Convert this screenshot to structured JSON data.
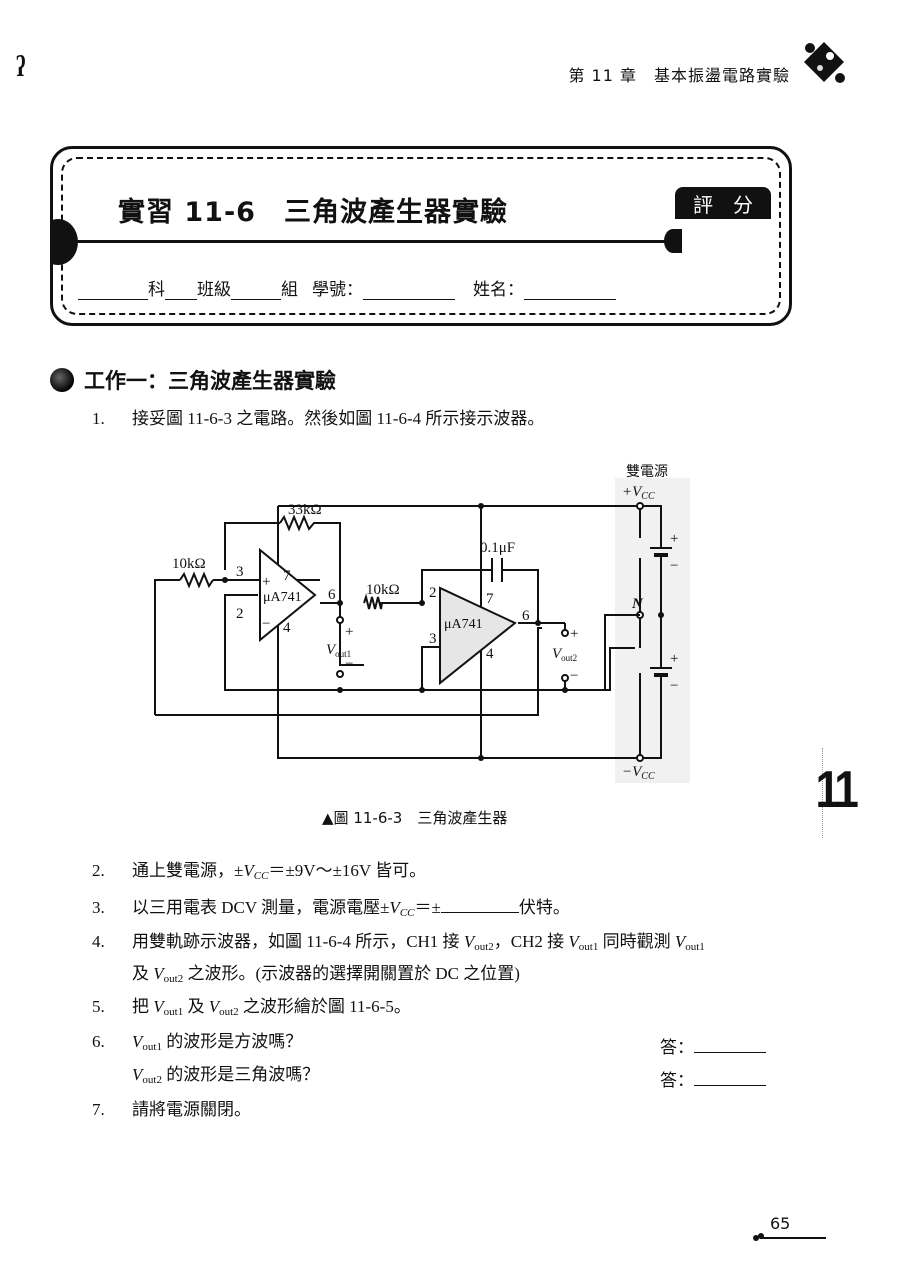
{
  "header": {
    "margin_mark": "ʔ",
    "running_title": "第 11 章　基本振盪電路實驗",
    "ornament_icon": "puzzle-piece-icon"
  },
  "title_box": {
    "title": "實習 11-6　三角波產生器實驗",
    "score_label_1": "評",
    "score_label_2": "分",
    "form": {
      "dept": "科",
      "class": "班級",
      "group": "組",
      "student_id": "學號：",
      "name": "姓名："
    }
  },
  "section": {
    "icon": "globe-icon",
    "heading": "工作一：三角波產生器實驗"
  },
  "steps": [
    {
      "num": "1.",
      "text": "接妥圖 11-6-3 之電路。然後如圖 11-6-4 所示接示波器。"
    },
    {
      "num": "2.",
      "a": "通上雙電源，±",
      "vcc": "V",
      "vcc_sub": "CC",
      "b": "＝±9V～±16V 皆可。"
    },
    {
      "num": "3.",
      "a": "以三用電表 DCV 測量，電源電壓±",
      "vcc": "V",
      "vcc_sub": "CC",
      "b": "＝±",
      "c": "伏特。"
    },
    {
      "num": "4.",
      "a": "用雙軌跡示波器，如圖 11-6-4 所示，CH1 接 ",
      "v1": "V",
      "v1_sub": "out2",
      "b": "，CH2 接 ",
      "v2": "V",
      "v2_sub": "out1",
      "c": " 同時觀測 ",
      "v3": "V",
      "v3_sub": "out1",
      "line2_a": "及 ",
      "v4": "V",
      "v4_sub": "out2",
      "line2_b": " 之波形。(示波器的選擇開關置於 DC 之位置)"
    },
    {
      "num": "5.",
      "a": "把 ",
      "v1": "V",
      "v1_sub": "out1",
      "b": " 及 ",
      "v2": "V",
      "v2_sub": "out2",
      "c": " 之波形繪於圖 11-6-5。"
    },
    {
      "num": "6.",
      "v1": "V",
      "v1_sub": "out1",
      "a": " 的波形是方波嗎？",
      "v2": "V",
      "v2_sub": "out2",
      "b": " 的波形是三角波嗎？",
      "answer_label": "答：",
      "answer_label_2": "答："
    },
    {
      "num": "7.",
      "text": "請將電源關閉。"
    }
  ],
  "figure": {
    "caption_marker": "▲",
    "caption": "圖 11-6-3　三角波產生器",
    "labels": {
      "r1": "10kΩ",
      "r2": "33kΩ",
      "r3": "10kΩ",
      "c1": "0.1μF",
      "opamp1": "μA741",
      "opamp2": "μA741",
      "pin3a": "3",
      "pin2a": "2",
      "pin7a": "7",
      "pin4a": "4",
      "pin6a": "6",
      "pin2b": "2",
      "pin3b": "3",
      "pin7b": "7",
      "pin4b": "4",
      "pin6b": "6",
      "plus": "+",
      "minus": "−",
      "vout1": "V",
      "vout1_sub": "out1",
      "vout2": "V",
      "vout2_sub": "out2",
      "supply_title": "雙電源",
      "vcc_pos": "+V",
      "vcc_neg": "−V",
      "vcc_sub": "CC",
      "neutral": "N"
    }
  },
  "chapter_tab": "11",
  "page_number": "65"
}
